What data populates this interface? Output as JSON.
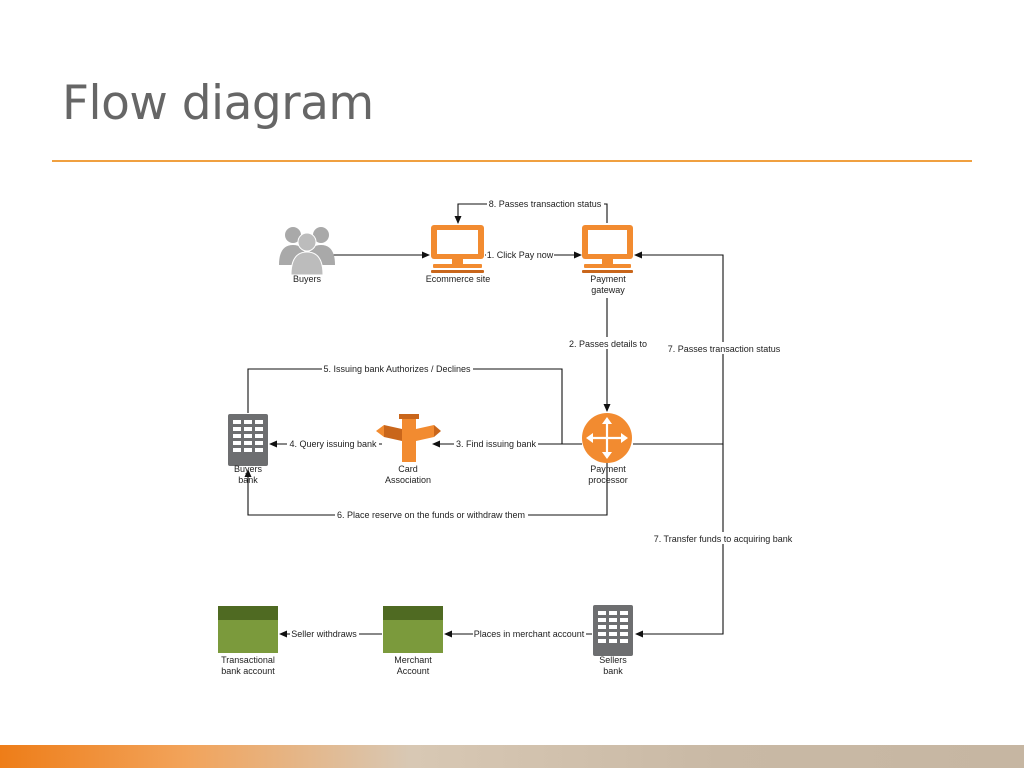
{
  "slide": {
    "title": "Flow diagram"
  },
  "colors": {
    "accent_orange": "#f0a040",
    "node_orange": "#f28b30",
    "bank_gray": "#6d6e70",
    "account_green": "#7b9a3c",
    "account_green_dark": "#4f6a22",
    "people_gray": "#a9a9a9",
    "line": "#111111"
  },
  "diagram": {
    "nodes": {
      "buyers": {
        "label": "Buyers",
        "icon": "people-group-icon"
      },
      "ecommerce": {
        "label": "Ecommerce site",
        "icon": "computer-monitor-icon"
      },
      "gateway": {
        "line1": "Payment",
        "line2": "gateway",
        "icon": "computer-monitor-icon"
      },
      "buyers_bank": {
        "line1": "Buyers",
        "line2": "bank",
        "icon": "bank-building-icon"
      },
      "card_association": {
        "line1": "Card",
        "line2": "Association",
        "icon": "router-arrows-icon"
      },
      "processor": {
        "line1": "Payment",
        "line2": "processor",
        "icon": "router-circle-icon"
      },
      "transactional_account": {
        "line1": "Transactional",
        "line2": "bank account",
        "icon": "green-account-icon"
      },
      "merchant_account": {
        "line1": "Merchant",
        "line2": "Account",
        "icon": "green-account-icon"
      },
      "sellers_bank": {
        "line1": "Sellers",
        "line2": "bank",
        "icon": "bank-building-icon"
      }
    },
    "edges": {
      "e8": "8. Passes transaction status",
      "e1": "1. Click Pay now",
      "e2": "2. Passes details to",
      "e7a": "7. Passes transaction status",
      "e5": "5. Issuing bank Authorizes / Declines",
      "e4": "4. Query issuing bank",
      "e3": "3. Find issuing bank",
      "e6": "6. Place reserve on the funds or withdraw them",
      "e7b": "7. Transfer funds to acquiring bank",
      "withdraw": "Seller withdraws",
      "places": "Places in merchant account"
    }
  }
}
